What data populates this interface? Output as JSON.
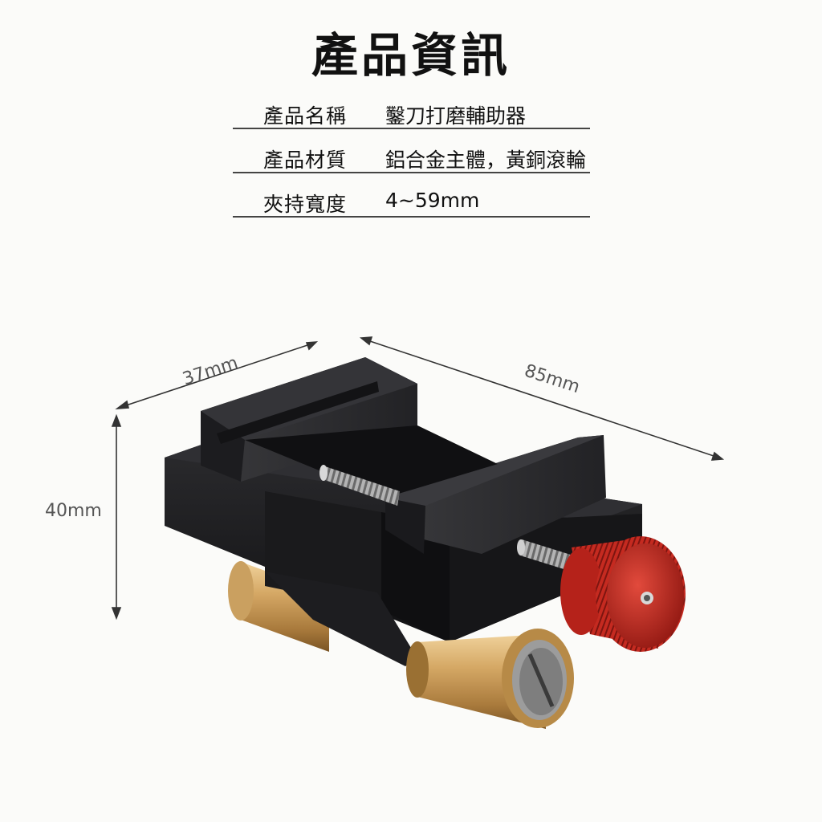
{
  "title": "產品資訊",
  "specs": [
    {
      "label": "產品名稱",
      "value": "鑿刀打磨輔助器"
    },
    {
      "label": "產品材質",
      "value": "鋁合金主體，黃銅滾輪"
    },
    {
      "label": "夾持寬度",
      "value": "4~59mm"
    }
  ],
  "dimensions": {
    "width": "37mm",
    "length": "85mm",
    "height": "40mm"
  },
  "colors": {
    "body": "#1b1b1d",
    "brass": "#c99a55",
    "knob": "#c9271f",
    "screw": "#a9a9a9"
  }
}
